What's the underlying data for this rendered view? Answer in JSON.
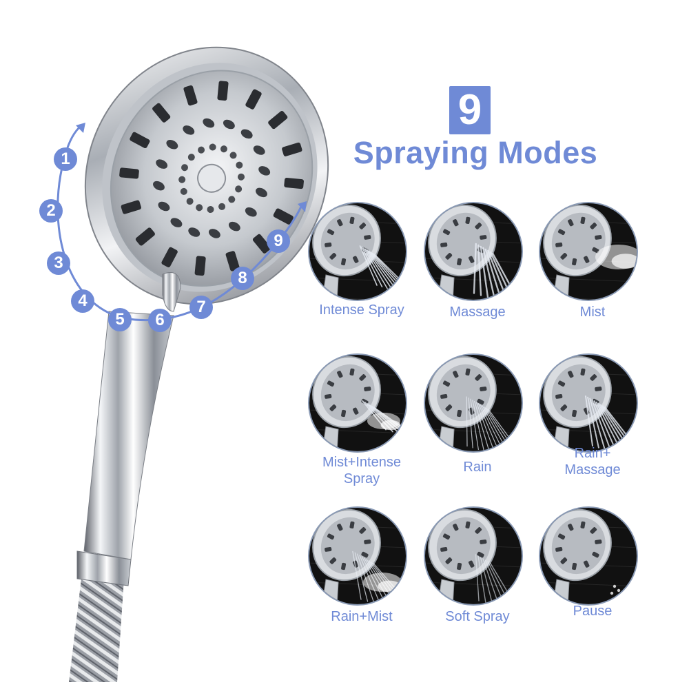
{
  "headline": {
    "number": "9",
    "title": "Spraying Modes"
  },
  "colors": {
    "accent": "#6f8ad6",
    "badge_bg": "#6f8ad6",
    "thumb_bg": "#111111",
    "thumb_ring": "#8a9ab5"
  },
  "dial": {
    "numbers": [
      "1",
      "2",
      "3",
      "4",
      "5",
      "6",
      "7",
      "8",
      "9"
    ]
  },
  "modes": [
    {
      "label": "Intense Spray",
      "spray": "intense"
    },
    {
      "label": "Massage",
      "spray": "massage"
    },
    {
      "label": "Mist",
      "spray": "mist"
    },
    {
      "label": "Mist+Intense\nSpray",
      "spray": "mist-intense"
    },
    {
      "label": "Rain",
      "spray": "rain"
    },
    {
      "label": "Rain+\nMassage",
      "spray": "rain-massage"
    },
    {
      "label": "Rain+Mist",
      "spray": "rain-mist"
    },
    {
      "label": "Soft Spray",
      "spray": "soft"
    },
    {
      "label": "Pause",
      "spray": "pause"
    }
  ]
}
